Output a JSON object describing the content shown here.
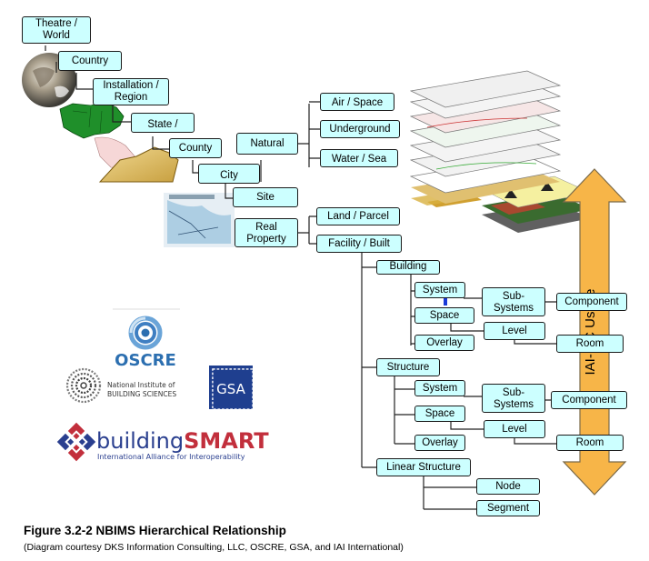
{
  "nodes": {
    "theatre_world": "Theatre /\nWorld",
    "country": "Country",
    "installation_region": "Installation /\nRegion",
    "state": "State /",
    "county": "County",
    "city": "City",
    "site": "Site",
    "natural": "Natural",
    "real_property": "Real\nProperty",
    "air_space": "Air / Space",
    "underground": "Underground",
    "water_sea": "Water / Sea",
    "land_parcel": "Land / Parcel",
    "facility_built": "Facility / Built",
    "building": "Building",
    "building_system": "System",
    "building_space": "Space",
    "building_overlay": "Overlay",
    "building_subsystems": "Sub-\nSystems",
    "building_component": "Component",
    "building_level": "Level",
    "building_room": "Room",
    "structure": "Structure",
    "structure_system": "System",
    "structure_space": "Space",
    "structure_overlay": "Overlay",
    "structure_subsystems": "Sub-\nSystems",
    "structure_component": "Component",
    "structure_level": "Level",
    "structure_room": "Room",
    "linear_structure": "Linear Structure",
    "node": "Node",
    "segment": "Segment"
  },
  "arrow_label": "IAI-IFC Usage",
  "logos": {
    "oscre": "OSCRE",
    "nibs_line1": "National Institute of",
    "nibs_line2": "BUILDING SCIENCES",
    "gsa": "GSA",
    "buildingsmart_a": "building",
    "buildingsmart_b": "SMART",
    "buildingsmart_tagline": "International Alliance for Interoperability"
  },
  "caption": {
    "title": "Figure 3.2-2  NBIMS Hierarchical Relationship",
    "subtitle": "(Diagram courtesy DKS Information Consulting, LLC, OSCRE, GSA, and IAI International)"
  },
  "colors": {
    "node_fill": "#ccffff",
    "arrow_fill": "#f7b548",
    "gsa_blue": "#1f3f8f",
    "oscre_blue": "#2c6fb0"
  }
}
